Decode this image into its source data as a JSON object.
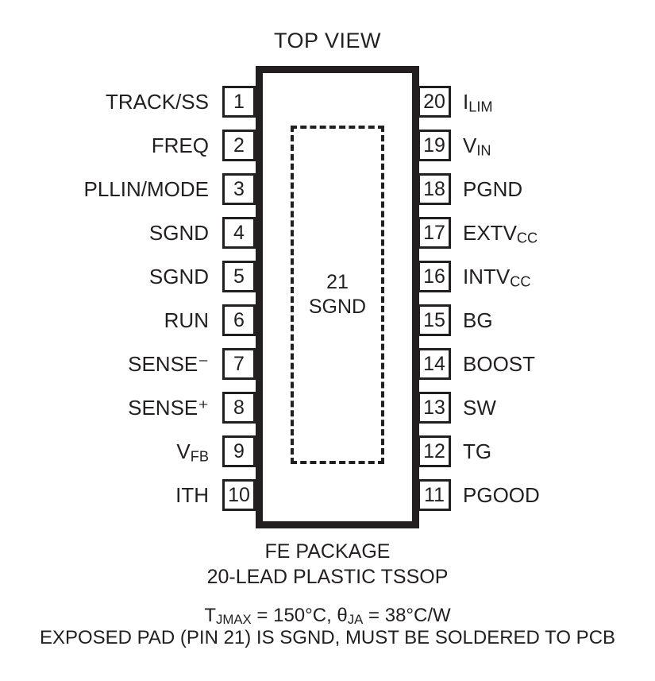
{
  "diagram": {
    "header": "TOP VIEW",
    "center_pad": {
      "pin_number": "21",
      "label": "SGND"
    },
    "left_pins": [
      {
        "number": "1",
        "name": "TRACK/SS"
      },
      {
        "number": "2",
        "name": "FREQ"
      },
      {
        "number": "3",
        "name": "PLLIN/MODE"
      },
      {
        "number": "4",
        "name": "SGND"
      },
      {
        "number": "5",
        "name": "SGND"
      },
      {
        "number": "6",
        "name": "RUN"
      },
      {
        "number": "7",
        "name": "SENSE⁻"
      },
      {
        "number": "8",
        "name": "SENSE⁺"
      },
      {
        "number": "9",
        "name": "V",
        "sub": "FB"
      },
      {
        "number": "10",
        "name": "ITH"
      }
    ],
    "right_pins": [
      {
        "number": "20",
        "name": "I",
        "sub": "LIM"
      },
      {
        "number": "19",
        "name": "V",
        "sub": "IN"
      },
      {
        "number": "18",
        "name": "PGND"
      },
      {
        "number": "17",
        "name": "EXTV",
        "sub": "CC"
      },
      {
        "number": "16",
        "name": "INTV",
        "sub": "CC"
      },
      {
        "number": "15",
        "name": "BG"
      },
      {
        "number": "14",
        "name": "BOOST"
      },
      {
        "number": "13",
        "name": "SW"
      },
      {
        "number": "12",
        "name": "TG"
      },
      {
        "number": "11",
        "name": "PGOOD"
      }
    ],
    "caption": {
      "package_name": "FE PACKAGE",
      "package_type": "20-LEAD PLASTIC TSSOP",
      "thermal_tjmax_prefix": "T",
      "thermal_tjmax_sub": "JMAX",
      "thermal_tjmax_value": " = 150°C, ",
      "thermal_theta_prefix": "θ",
      "thermal_theta_sub": "JA",
      "thermal_theta_value": " = 38°C/W",
      "exposed_pad_note": "EXPOSED PAD (PIN 21) IS SGND, MUST BE SOLDERED TO PCB"
    },
    "colors": {
      "ink": "#231f20",
      "background": "#ffffff"
    }
  }
}
